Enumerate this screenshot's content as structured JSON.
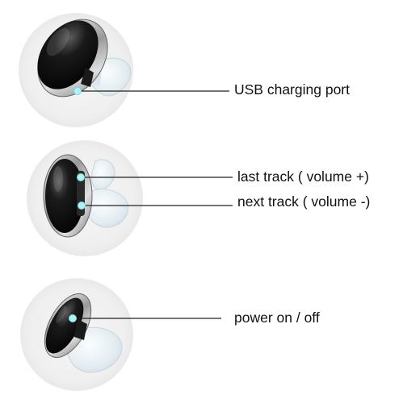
{
  "labels": {
    "usb_port": "USB charging port",
    "last_track": "last track ( volume +)",
    "next_track": "next track ( volume -)",
    "power": "power on / off"
  },
  "colors": {
    "background": "#ffffff",
    "circle_background": "#f1f1f1",
    "earbud_body": "#0c0c0c",
    "chrome_rim": "#b9b9b9",
    "ear_tip": "#e7eef2",
    "callout_dot": "#aef3f6",
    "leader_line": "#222222"
  },
  "icons": {
    "callout_marker": "dot-icon"
  }
}
